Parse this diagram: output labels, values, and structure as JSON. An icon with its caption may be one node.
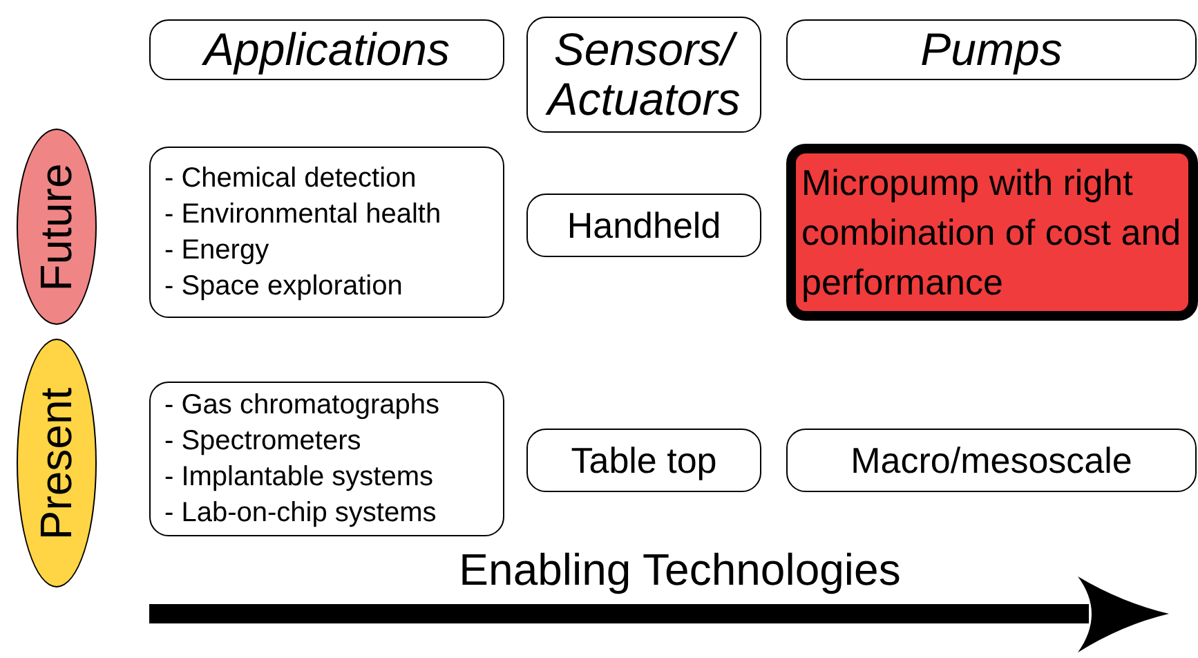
{
  "diagram": {
    "nodes": [
      {
        "text": [
          "Applications"
        ]
      },
      {
        "text": [
          "Sensors/ Actuators"
        ]
      },
      {
        "text": [
          "Pumps"
        ]
      },
      {
        "text": [
          "Future"
        ]
      },
      {
        "text": [
          "- Chemical detection",
          "- Environmental health",
          "- Energy",
          "- Space exploration"
        ]
      },
      {
        "text": [
          "Handheld"
        ]
      },
      {
        "text": [
          "Micropump with right combination of cost and performance"
        ]
      },
      {
        "text": [
          "Present"
        ]
      },
      {
        "text": [
          "- Gas chromatographs",
          "- Spectrometers",
          "- Implantable systems",
          "- Lab-on-chip systems"
        ]
      },
      {
        "text": [
          "Table top"
        ]
      },
      {
        "text": [
          "Macro/mesoscale"
        ]
      }
    ],
    "labels": [
      "Enabling Technologies"
    ]
  }
}
